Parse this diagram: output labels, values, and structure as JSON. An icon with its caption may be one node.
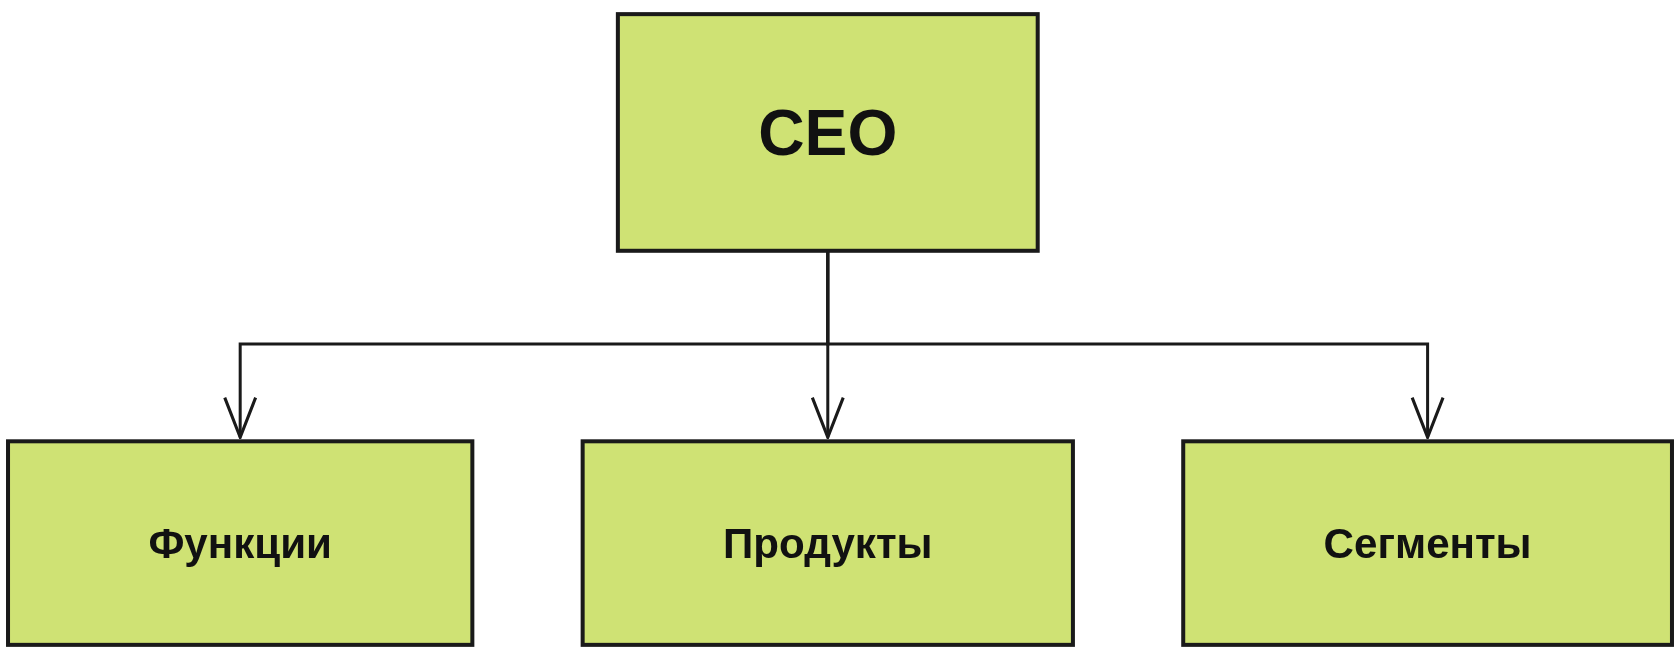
{
  "diagram": {
    "nodes": [
      {
        "text": [
          "CEO"
        ]
      },
      {
        "text": [
          "Функции"
        ]
      },
      {
        "text": [
          "Продукты"
        ]
      },
      {
        "text": [
          "Сегменты"
        ]
      }
    ],
    "edges": [
      {
        "from": 0,
        "to": 1,
        "arrow": "to"
      },
      {
        "from": 0,
        "to": 2,
        "arrow": "to"
      },
      {
        "from": 0,
        "to": 3,
        "arrow": "to"
      }
    ]
  }
}
